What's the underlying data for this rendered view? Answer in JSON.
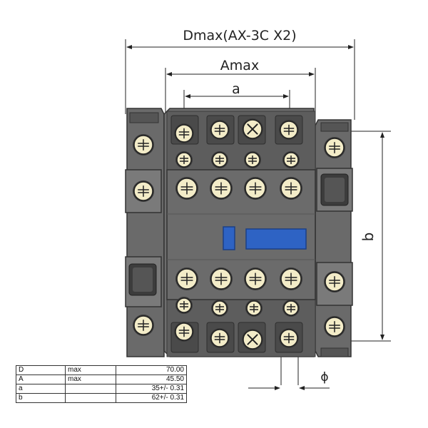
{
  "dimensions": {
    "dmax": "Dmax(AX-3C X2)",
    "amax": "Amax",
    "a": "a",
    "b": "b",
    "phi": "ϕ"
  },
  "spec_table": {
    "rows": [
      {
        "param": "D",
        "qualifier": "max",
        "value": "70.00"
      },
      {
        "param": "A",
        "qualifier": "max",
        "value": "45.50"
      },
      {
        "param": "a",
        "qualifier": "",
        "value": "35+/- 0.31"
      },
      {
        "param": "b",
        "qualifier": "",
        "value": "62+/- 0.31"
      }
    ]
  },
  "colors": {
    "body_gray": "#6e6e6e",
    "dark_gray": "#4a4a4a",
    "screw": "#f3ecc8",
    "blue": "#2e63c4"
  }
}
